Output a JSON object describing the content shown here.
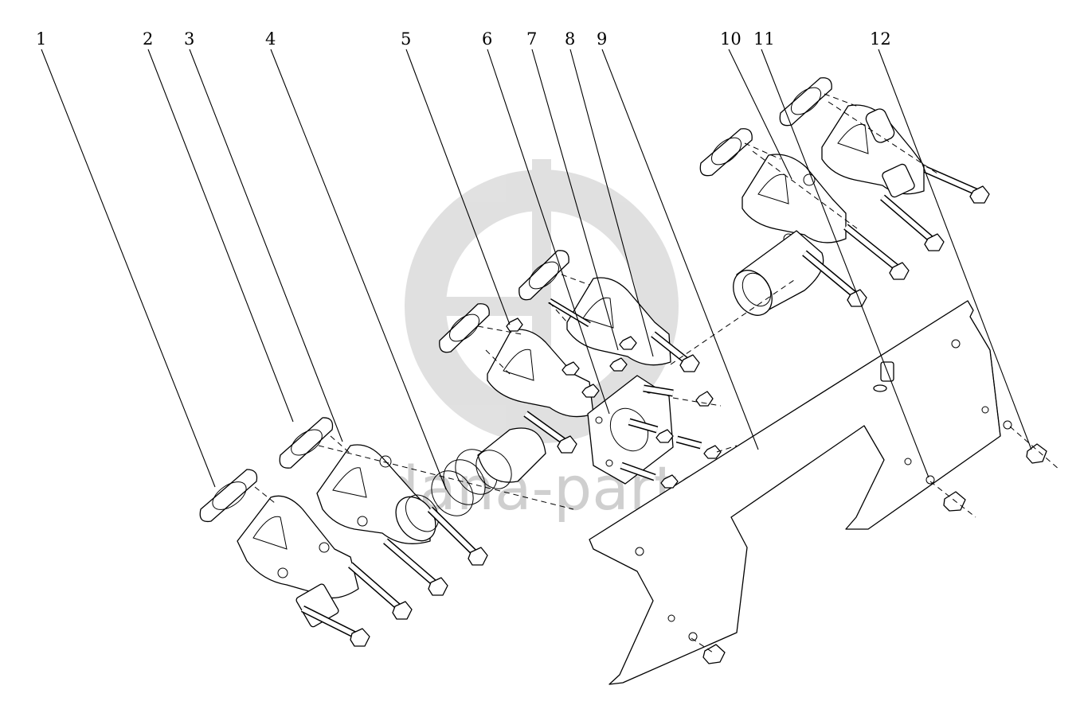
{
  "callouts": [
    {
      "label": "1"
    },
    {
      "label": "2"
    },
    {
      "label": "3"
    },
    {
      "label": "4"
    },
    {
      "label": "5"
    },
    {
      "label": "6"
    },
    {
      "label": "7"
    },
    {
      "label": "8"
    },
    {
      "label": "9"
    },
    {
      "label": "10"
    },
    {
      "label": "11"
    },
    {
      "label": "12"
    }
  ],
  "watermark": {
    "text": "dana-parts",
    "logo_color": "#c8c8c8"
  },
  "colors": {
    "line": "#000000",
    "background": "#ffffff"
  }
}
